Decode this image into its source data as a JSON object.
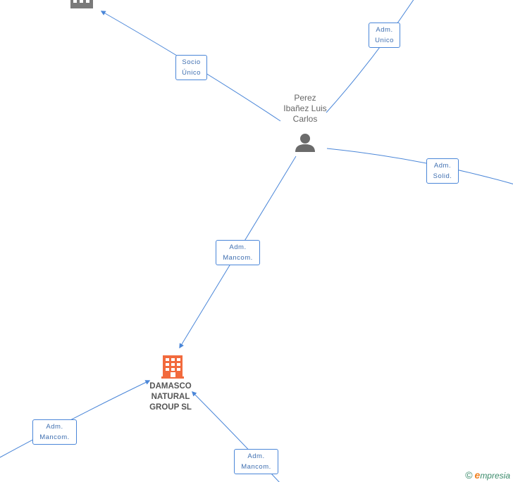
{
  "person": {
    "name_lines": [
      "Perez",
      "Ibañez Luis",
      "Carlos"
    ]
  },
  "company": {
    "name_lines": [
      "DAMASCO",
      "NATURAL",
      "GROUP SL"
    ]
  },
  "edges": {
    "socio_unico": [
      "Socio",
      "Único"
    ],
    "adm_unico": [
      "Adm.",
      "Unico"
    ],
    "adm_solid": [
      "Adm.",
      "Solid."
    ],
    "adm_mancom_main": [
      "Adm.",
      "Mancom."
    ],
    "adm_mancom_left": [
      "Adm.",
      "Mancom."
    ],
    "adm_mancom_bottom": [
      "Adm.",
      "Mancom."
    ]
  },
  "brand": {
    "copyright": "©",
    "initial": "e",
    "rest": "mpresia"
  },
  "colors": {
    "edge": "#4a86d8",
    "company_icon": "#f26a3d",
    "person_icon": "#6b6b6b",
    "other_company_icon": "#7a7a7a"
  }
}
